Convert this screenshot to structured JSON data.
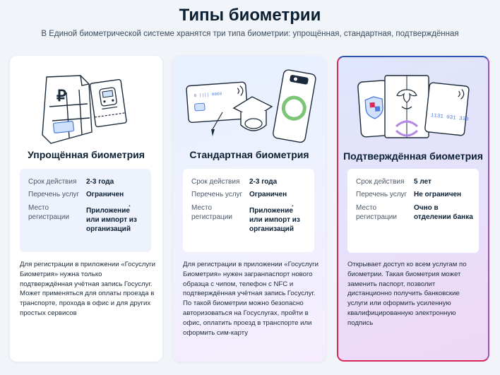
{
  "page": {
    "title": "Типы биометрии",
    "subtitle": "В Единой биометрической системе хранятся три типа биометрии: упрощённая, стандартная, подтверждённая"
  },
  "cards": [
    {
      "title": "Упрощённая биометрия",
      "rows": [
        {
          "label": "Срок действия",
          "value": "2-3 года"
        },
        {
          "label": "Перечень услуг",
          "value": "Ограничен"
        },
        {
          "label": "Место регистрации",
          "value": "Приложение или импорт из организаций",
          "value_mark": "*"
        }
      ],
      "description": "Для регистрации в приложении «Госуслуги Биометрия» нужна только подтверждённая учётная запись Госуслуг. Может применяться для оплаты проезда в транспорте, прохода в офис и для других простых сервисов",
      "illustration": "document-ruble-train-icon"
    },
    {
      "title": "Стандартная биометрия",
      "rows": [
        {
          "label": "Срок действия",
          "value": "2-3 года"
        },
        {
          "label": "Перечень услуг",
          "value": "Ограничен"
        },
        {
          "label": "Место регистрации",
          "value": "Приложение или импорт из организаций",
          "value_mark": "*"
        }
      ],
      "description": "Для регистрации в приложении «Госуслуги Биометрия» нужен загранпаспорт нового образца с чипом, телефон с NFC и подтверждённая учётная запись Госуслуг. По такой биометрии можно безопасно авторизоваться на Госуслугах, пройти в офис, оплатить проезд в транспорте или оформить сим-карту",
      "illustration": "nfc-card-graduation-cap-icon"
    },
    {
      "title": "Подтверждённая биометрия",
      "rows": [
        {
          "label": "Срок действия",
          "value": "5 лет"
        },
        {
          "label": "Перечень услуг",
          "value": "Не ограничен"
        },
        {
          "label": "Место регистрации",
          "value": "Очно в отделении банка"
        }
      ],
      "description": "Открывает доступ ко всем услугам по биометрии. Такая биометрия может заменить паспорт, позволит дистанционно получить банковские услуги или оформить усиленную квалифицированную электронную подпись",
      "illustration": "passport-emblem-card-icon",
      "card_number": "1131 031 330"
    }
  ],
  "colors": {
    "text": "#0b1f33",
    "accent_blue": "#2f54b8",
    "accent_red": "#d9285a",
    "illustration_green": "#7cc576",
    "illustration_blue": "#4a7be0"
  }
}
